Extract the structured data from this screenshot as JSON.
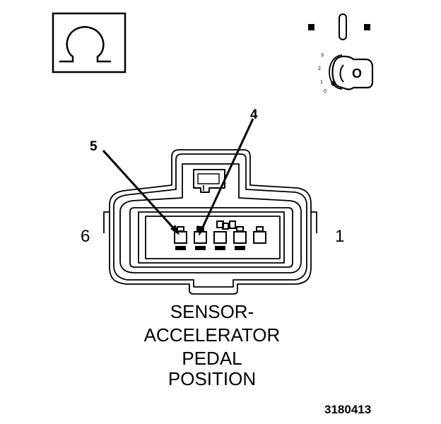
{
  "symbols": {
    "ohm_icon": "ohm-symbol",
    "key_icon": "ignition-key",
    "key_letter": "O",
    "key_positions": [
      "3",
      "2",
      "1",
      "0"
    ]
  },
  "connector": {
    "pin_left_label": "6",
    "pin_right_label": "1",
    "callouts": [
      {
        "label": "5",
        "pin": 5
      },
      {
        "label": "4",
        "pin": 4
      }
    ]
  },
  "caption": {
    "line1": "SENSOR-",
    "line2": "ACCELERATOR",
    "line3": "PEDAL",
    "line4": "POSITION"
  },
  "figure_id": "3180413"
}
